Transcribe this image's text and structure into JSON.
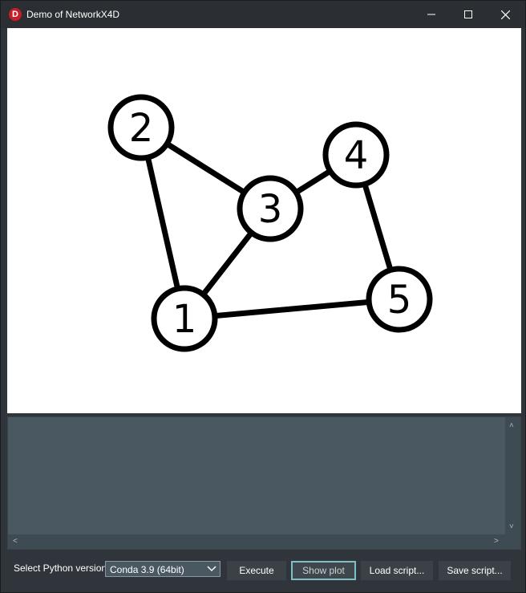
{
  "window": {
    "title": "Demo of NetworkX4D",
    "app_icon_letter": "D"
  },
  "graph": {
    "node_color": "#ffffff",
    "edge_color": "#000000",
    "nodes": [
      {
        "label": "1"
      },
      {
        "label": "2"
      },
      {
        "label": "3"
      },
      {
        "label": "4"
      },
      {
        "label": "5"
      }
    ],
    "edges": [
      [
        "1",
        "2"
      ],
      [
        "1",
        "3"
      ],
      [
        "2",
        "3"
      ],
      [
        "3",
        "4"
      ],
      [
        "4",
        "5"
      ],
      [
        "1",
        "5"
      ]
    ]
  },
  "console": {
    "text": ""
  },
  "controls": {
    "python_label": "Select Python version :",
    "python_selected": "Conda 3.9 (64bit)",
    "execute_label": "Execute",
    "show_plot_label": "Show plot",
    "load_script_label": "Load script...",
    "save_script_label": "Save script..."
  }
}
